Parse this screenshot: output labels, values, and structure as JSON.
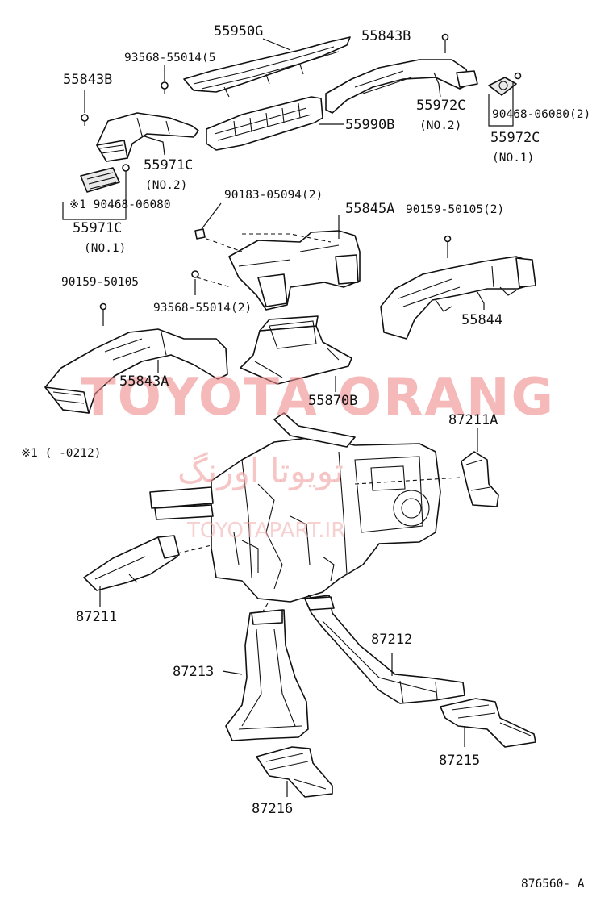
{
  "labels": {
    "p55950G": "55950G",
    "p93568_top": "93568-55014(5",
    "p55843B_left": "55843B",
    "p55843B_right": "55843B",
    "p55972C_no2": "55972C",
    "p55972C_no2_sub": "(NO.2)",
    "p90468_right": "90468-06080(2)",
    "p55972C_no1": "55972C",
    "p55972C_no1_sub": "(NO.1)",
    "p55990B": "55990B",
    "p55971C_no2": "55971C",
    "p55971C_no2_sub": "(NO.2)",
    "p90468_left": "※1 90468-06080",
    "p55971C_no1": "55971C",
    "p55971C_no1_sub": "(NO.1)",
    "p90183": "90183-05094(2)",
    "p55845A": "55845A",
    "p90159_right": "90159-50105(2)",
    "p90159_left": "90159-50105",
    "p93568_mid": "93568-55014(2)",
    "p55844": "55844",
    "p55843A": "55843A",
    "p55870B": "55870B",
    "p87211A": "87211A",
    "note1": "※1 (     -0212)",
    "p87211": "87211",
    "p87212": "87212",
    "p87213": "87213",
    "p87215": "87215",
    "p87216": "87216",
    "figure_code": "876560- A"
  },
  "watermark": {
    "brand": "TOYOTA ORANG",
    "persian": "تویوتا اورنگ",
    "url": "TOYOTAPART.IR",
    "color": "#ee8a8a"
  }
}
